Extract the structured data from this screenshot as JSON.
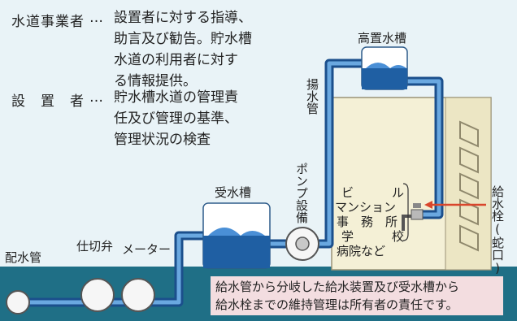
{
  "roles": [
    {
      "title": "水道事業者",
      "sep": "…",
      "lines": [
        "設置者に対する指導、",
        "助言及び勧告。貯水槽",
        "水道の利用者に対す",
        "る情報提供。"
      ]
    },
    {
      "title": "設　置　者",
      "sep": "…",
      "lines": [
        "貯水槽水道の管理責",
        "任及び管理の基準、",
        "管理状況の検査"
      ]
    }
  ],
  "labels": {
    "elevated_tank": "高置水槽",
    "lift_pipe": "揚水管",
    "receiving_tank": "受水槽",
    "pump": "ポンプ設備",
    "main_pipe": "配水管",
    "stop_valve": "仕切弁",
    "meter": "メーター",
    "faucet": "給水栓(蛇口)"
  },
  "building_types": [
    {
      "left": "ビ",
      "right": "ル"
    },
    {
      "text": "マンション"
    },
    {
      "text": "事　務　所"
    },
    {
      "left": "学",
      "right": "校"
    },
    {
      "text": "病院など"
    }
  ],
  "note": [
    "給水管から分岐した給水装置及び受水槽から",
    "給水栓までの維持管理は所有者の責任です。"
  ]
}
